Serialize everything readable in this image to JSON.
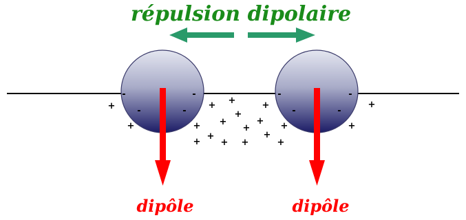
{
  "title": "répulsion dipolaire",
  "dipole_label": "dipôle",
  "plus_sign": "+",
  "minus_sign": "-",
  "colors": {
    "title": "#1a8c1a",
    "repulsion_arrow": "#2a9a6a",
    "dipole_arrow": "#ff0000",
    "dipole_label": "#ff0000",
    "particle_light": "#e4e6f0",
    "particle_dark": "#1c1c66",
    "surface_line": "#000000"
  },
  "particles": [
    {
      "name": "left",
      "label": "dipôle"
    },
    {
      "name": "right",
      "label": "dipôle"
    }
  ]
}
